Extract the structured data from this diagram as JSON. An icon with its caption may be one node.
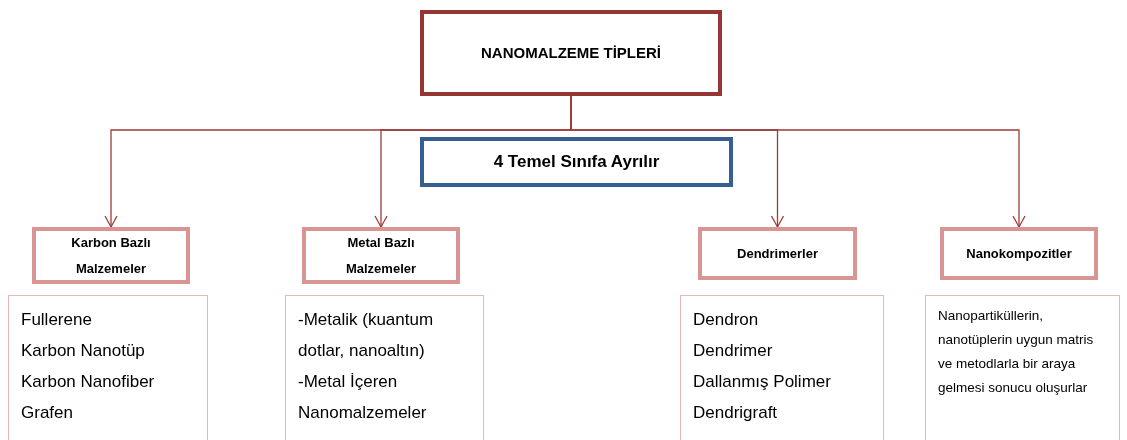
{
  "diagram": {
    "nodes": [
      {
        "text": [
          "NANOMALZEME TİPLERİ"
        ]
      },
      {
        "text": [
          "4 Temel Sınıfa Ayrılır"
        ]
      },
      {
        "text": [
          "Karbon Bazlı Malzemeler"
        ]
      },
      {
        "text": [
          "Metal Bazlı Malzemeler"
        ]
      },
      {
        "text": [
          "Dendrimerler"
        ]
      },
      {
        "text": [
          "Nanokompozitler"
        ]
      },
      {
        "text": [
          "Fullerene",
          "Karbon Nanotüp",
          "Karbon Nanofiber",
          "Grafen"
        ]
      },
      {
        "text": [
          "-Metalik (kuantum dotlar, nanoaltın)",
          "-Metal İçeren Nanomalzemeler"
        ]
      },
      {
        "text": [
          "Dendron",
          "Dendrimer",
          "Dallanmış Polimer",
          "Dendrigraft"
        ]
      },
      {
        "text": [
          "Nanopartiküllerin, nanotüplerin uygun matris ve metodlarla bir araya gelmesi sonucu oluşurlar"
        ]
      }
    ],
    "edges": [
      {
        "from": 0,
        "to": 2,
        "arrow": "to"
      },
      {
        "from": 0,
        "to": 3,
        "arrow": "to"
      },
      {
        "from": 0,
        "to": 4,
        "arrow": "to"
      },
      {
        "from": 0,
        "to": 5,
        "arrow": "to"
      }
    ]
  }
}
